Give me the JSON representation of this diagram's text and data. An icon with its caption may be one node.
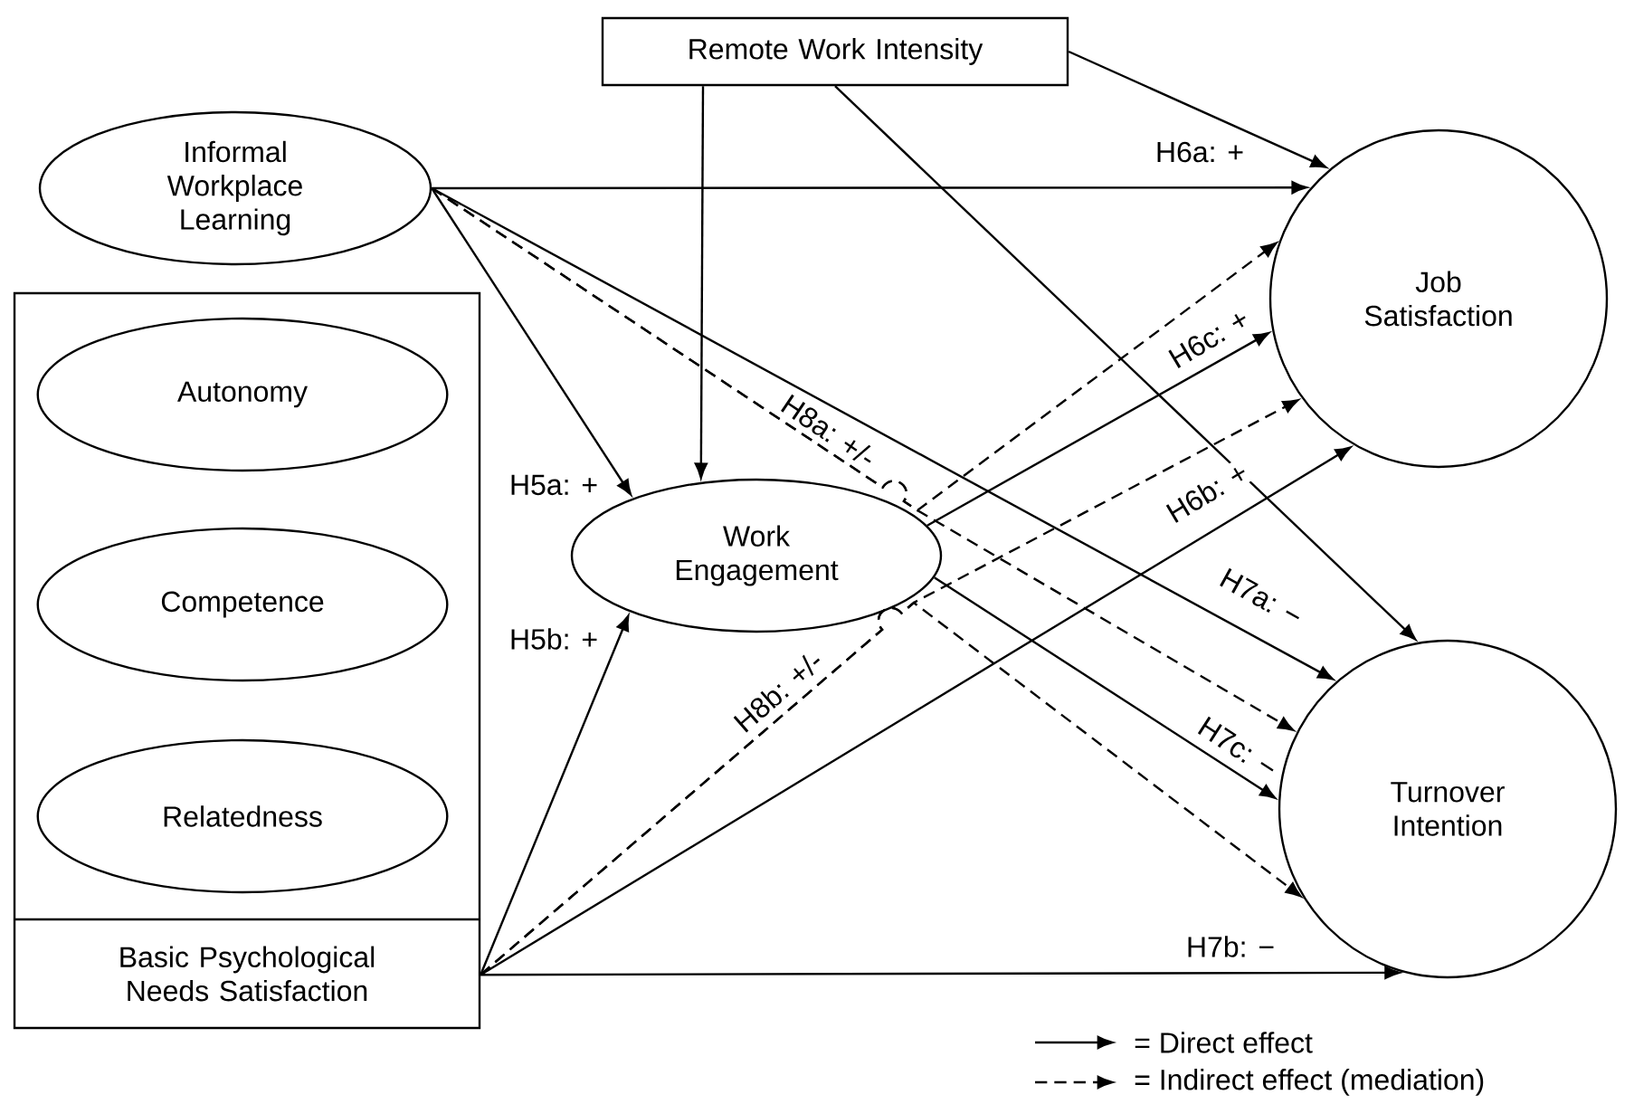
{
  "diagram": {
    "nodes": [
      {
        "text": [
          "Remote Work Intensity"
        ]
      },
      {
        "text": [
          "Informal Workplace Learning"
        ]
      },
      {
        "text": [
          "Basic Psychological Needs Satisfaction"
        ]
      },
      {
        "text": [
          "Autonomy"
        ],
        "in": 2
      },
      {
        "text": [
          "Competence"
        ],
        "in": 2
      },
      {
        "text": [
          "Relatedness"
        ],
        "in": 2
      },
      {
        "text": [
          "Work Engagement"
        ]
      },
      {
        "text": [
          "Job Satisfaction"
        ]
      },
      {
        "text": [
          "Turnover Intention"
        ]
      }
    ],
    "edges": [
      {
        "from": 0,
        "to": 6,
        "arrow": "to"
      },
      {
        "from": 0,
        "to": 7,
        "arrow": "to"
      },
      {
        "from": 0,
        "to": 8,
        "arrow": "to"
      },
      {
        "from": 1,
        "to": 7,
        "arrow": "to",
        "label": "H6a: +"
      },
      {
        "from": 1,
        "to": 6,
        "arrow": "to",
        "label": "H5a: +"
      },
      {
        "from": 1,
        "to": 8,
        "arrow": "to",
        "label": "H7a: −"
      },
      {
        "from": 1,
        "to": 7,
        "arrow": "to",
        "style": "dashed",
        "label": "H8a: +/-"
      },
      {
        "from": 1,
        "to": 8,
        "arrow": "to",
        "style": "dashed"
      },
      {
        "from": 2,
        "to": 6,
        "arrow": "to",
        "label": "H5b: +"
      },
      {
        "from": 2,
        "to": 7,
        "arrow": "to",
        "label": "H6b: +"
      },
      {
        "from": 2,
        "to": 8,
        "arrow": "to",
        "label": "H7b: −"
      },
      {
        "from": 2,
        "to": 7,
        "arrow": "to",
        "style": "dashed",
        "label": "H8b: +/-"
      },
      {
        "from": 2,
        "to": 8,
        "arrow": "to",
        "style": "dashed"
      },
      {
        "from": 6,
        "to": 7,
        "arrow": "to",
        "label": "H6c: +"
      },
      {
        "from": 6,
        "to": 8,
        "arrow": "to",
        "label": "H7c: −"
      }
    ],
    "legend": [
      {
        "text": "= Direct effect"
      },
      {
        "text": "= Indirect effect (mediation)"
      }
    ]
  }
}
